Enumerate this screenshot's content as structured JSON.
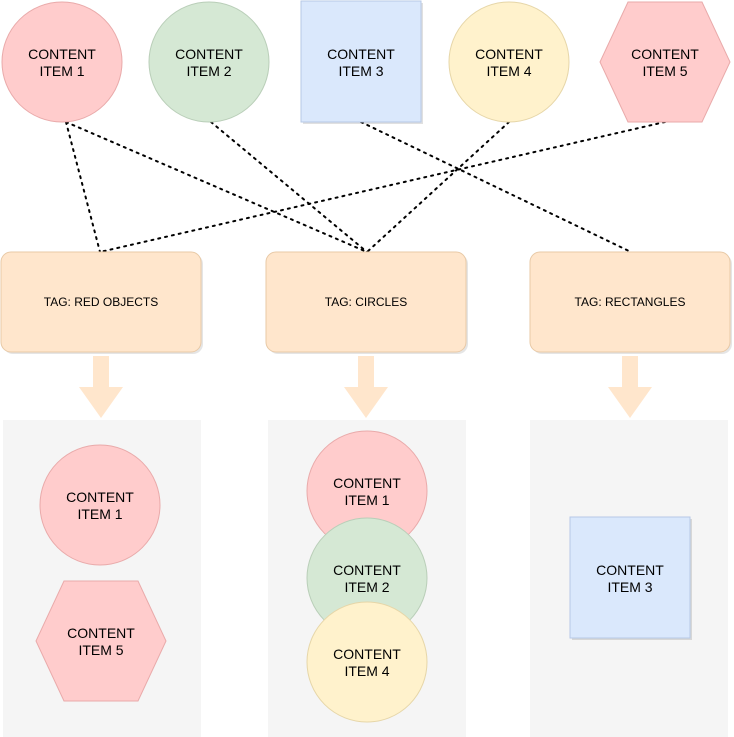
{
  "colors": {
    "red": "#FFCCCC",
    "red_stroke": "#E9AAAA",
    "green": "#D5E8D4",
    "green_stroke": "#B9CEB8",
    "blue": "#DAE8FC",
    "blue_stroke": "#B6C8E6",
    "yellow": "#FFF2CC",
    "yellow_stroke": "#E6D6A8",
    "tag": "#FFE6CC",
    "tag_stroke": "#E8C9A6",
    "group_bg": "#F5F5F5",
    "connector": "#000000"
  },
  "items": [
    {
      "id": "item1",
      "shape": "circle",
      "color": "red",
      "line1": "CONTENT",
      "line2": "ITEM 1"
    },
    {
      "id": "item2",
      "shape": "circle",
      "color": "green",
      "line1": "CONTENT",
      "line2": "ITEM 2"
    },
    {
      "id": "item3",
      "shape": "square",
      "color": "blue",
      "line1": "CONTENT",
      "line2": "ITEM 3"
    },
    {
      "id": "item4",
      "shape": "circle",
      "color": "yellow",
      "line1": "CONTENT",
      "line2": "ITEM 4"
    },
    {
      "id": "item5",
      "shape": "hexagon",
      "color": "red",
      "line1": "CONTENT",
      "line2": "ITEM 5"
    }
  ],
  "tags": [
    {
      "id": "red-objects",
      "label": "TAG: RED OBJECTS"
    },
    {
      "id": "circles",
      "label": "TAG: CIRCLES"
    },
    {
      "id": "rectangles",
      "label": "TAG: RECTANGLES"
    }
  ],
  "connections": [
    {
      "from": "item1",
      "to": "red-objects"
    },
    {
      "from": "item5",
      "to": "red-objects"
    },
    {
      "from": "item1",
      "to": "circles"
    },
    {
      "from": "item2",
      "to": "circles"
    },
    {
      "from": "item4",
      "to": "circles"
    },
    {
      "from": "item3",
      "to": "rectangles"
    }
  ],
  "groups": [
    {
      "tag": "red-objects",
      "members": [
        "item1",
        "item5"
      ]
    },
    {
      "tag": "circles",
      "members": [
        "item1",
        "item2",
        "item4"
      ]
    },
    {
      "tag": "rectangles",
      "members": [
        "item3"
      ]
    }
  ]
}
